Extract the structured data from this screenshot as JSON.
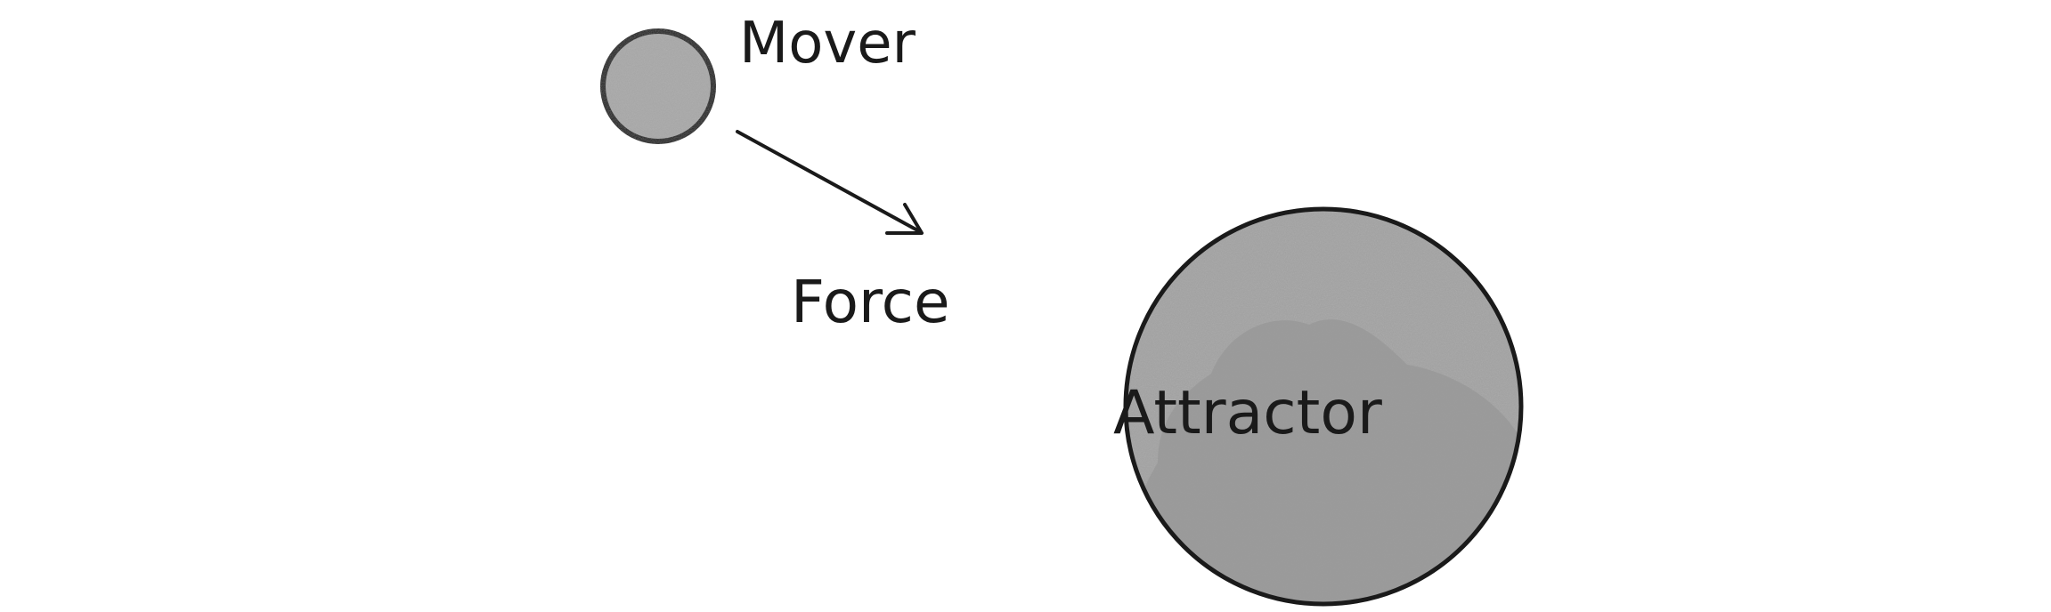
{
  "diagram": {
    "mover": {
      "label": "Mover"
    },
    "force": {
      "label": "Force"
    },
    "attractor": {
      "label": "Attractor"
    }
  },
  "colors": {
    "mover_fill": "#a8a8a8",
    "attractor_fill": "#a3a3a3",
    "attractor_shade": "#979797",
    "outline": "#1a1a1a",
    "text": "#1a1a1a",
    "background": "#ffffff"
  }
}
